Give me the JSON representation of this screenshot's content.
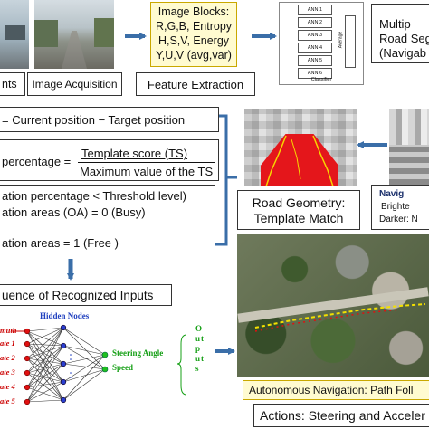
{
  "top": {
    "label_left": "nts",
    "image_acquisition": "Image Acquisition",
    "feature_extraction": "Feature Extraction",
    "image_blocks": [
      "Image Blocks:",
      "R,G,B, Entropy",
      "H,S,V,  Energy",
      "Y,U,V  (avg,var)"
    ],
    "ann_labels": [
      "ANN 1",
      "ANN 2",
      "ANN 3",
      "ANN 4",
      "ANN 5",
      "ANN 6"
    ],
    "average_label": "Average",
    "classifier_label": "Classifier",
    "multi_lines": [
      "Multip",
      "Road Seg",
      "(Navigab"
    ]
  },
  "mid": {
    "position_line": "= Current position − Target position",
    "percentage_prefix": "percentage  =",
    "ts_numerator": "Template score (TS)",
    "ts_denominator": "Maximum value of the TS",
    "cond1": "ation percentage < Threshold level)",
    "cond2": "ation areas (OA) = 0 (Busy)",
    "cond3": "ation areas = 1 (Free )",
    "road_geometry": [
      "Road Geometry:",
      "Template Match"
    ],
    "navig_lines": [
      "Navig",
      "Brighte",
      "Darker: N"
    ]
  },
  "bottom": {
    "sequence_title": "uence of Recognized Inputs",
    "hidden_nodes": "Hidden Nodes",
    "inputs": [
      "muth",
      "ate 1",
      "ate 2",
      "ate 3",
      "ate 4",
      "ate 5"
    ],
    "outputs": [
      "Steering Angle",
      "Speed"
    ],
    "outputs_vertical": "Outputs",
    "autonomous": "Autonomous Navigation: Path Foll",
    "actions": "Actions: Steering and Acceler"
  },
  "colors": {
    "arrow": "#3a6ea8",
    "yellow": "#fffbd0",
    "yellow_border": "#c9a800",
    "red_text": "#cc0000",
    "blue_text": "#1f3fbf",
    "green_text": "#17a017"
  }
}
